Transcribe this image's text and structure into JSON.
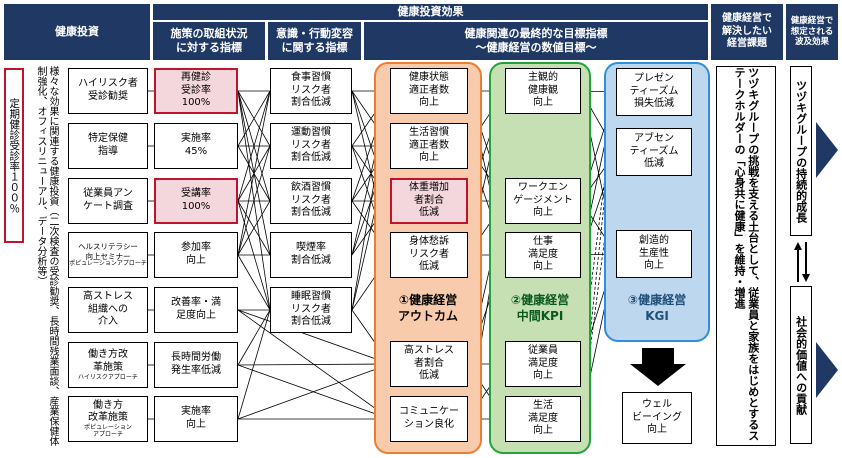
{
  "headers": {
    "kenko_toshi": "健康投資",
    "kenko_toshi_koka": "健康投資効果",
    "torikumi": "施策の取組状況\nに対する指標",
    "ishiki": "意識・行動変容\nに関する指標",
    "saishu": "健康関連の最終的な目標指標\n～健康経営の数値目標～",
    "kadai": "健康経営で\n解決したい\n経営課題",
    "hakyu": "健康経営で\n想定される\n波及効果"
  },
  "left_vertical": "定期健診受診率１００％",
  "left_desc": "様々な効果に関連する健康投資（二次検査の受診勧奨、長時間残業面談、産業保健体制強化、オフィスリニューアル、データ分析等）",
  "investments": [
    {
      "main": "ハイリスク者\n受診勧奨",
      "sub": ""
    },
    {
      "main": "特定保健\n指導",
      "sub": ""
    },
    {
      "main": "従業員アン\nケート調査",
      "sub": ""
    },
    {
      "main": "ヘルスリテラシー\n向上セミナー",
      "sub": "ポピュレーションアプローチ"
    },
    {
      "main": "高ストレス\n組織への\n介入",
      "sub": ""
    },
    {
      "main": "働き方改\n革施策",
      "sub": "ハイリスクアプローチ"
    },
    {
      "main": "働き方\n改革施策",
      "sub": "ポピュレーション\nアプローチ"
    }
  ],
  "torikumi_items": [
    "再健診\n受診率\n100%",
    "実施率\n45%",
    "受講率\n100%",
    "参加率\n向上",
    "改善率・満\n足度向上",
    "長時間労働\n発生率低減",
    "実施率\n向上"
  ],
  "ishiki_items": [
    "食事習慣\nリスク者\n割合低減",
    "運動習慣\nリスク者\n割合低減",
    "飲酒習慣\nリスク者\n割合低減",
    "喫煙率\n割合低減",
    "睡眠習慣\nリスク者\n割合低減"
  ],
  "outcome_items": [
    "健康状態\n適正者数\n向上",
    "生活習慣\n適正者数\n向上",
    "体重増加\n者割合\n低減",
    "身体愁訴\nリスク者\n低減",
    "高ストレス\n者割合\n低減",
    "コミュニケー\nション良化"
  ],
  "kpi_items": [
    "主観的\n健康観\n向上",
    "ワークエン\nゲージメント\n向上",
    "仕事\n満足度\n向上",
    "従業員\n満足度\n向上",
    "生活\n満足度\n向上"
  ],
  "kgi_items": [
    "プレゼン\nティーズム\n損失低減",
    "アブセン\nティーズム\n低減",
    "創造的\n生産性\n向上"
  ],
  "wellbeing": "ウェル\nビーイング\n向上",
  "zones": {
    "outcome": "①健康経営\nアウトカム",
    "kpi": "②健康経営\n中間KPI",
    "kgi": "③健康経営\nKGI"
  },
  "kadai_text": "ツヅキグループの挑戦を支える土台として、従業員と家族をはじめとするステークホルダーの「心身共に健康」を維持・増進",
  "hakyu_top": "ツヅキグループの持続的成長",
  "hakyu_bottom": "社会的価値への貢献",
  "colors": {
    "navy": "#1F3864",
    "red": "#C0142C",
    "pink": "#F4D7DC",
    "orange": "#ED7D31",
    "green": "#21A33C",
    "blue": "#2F8FD8"
  }
}
